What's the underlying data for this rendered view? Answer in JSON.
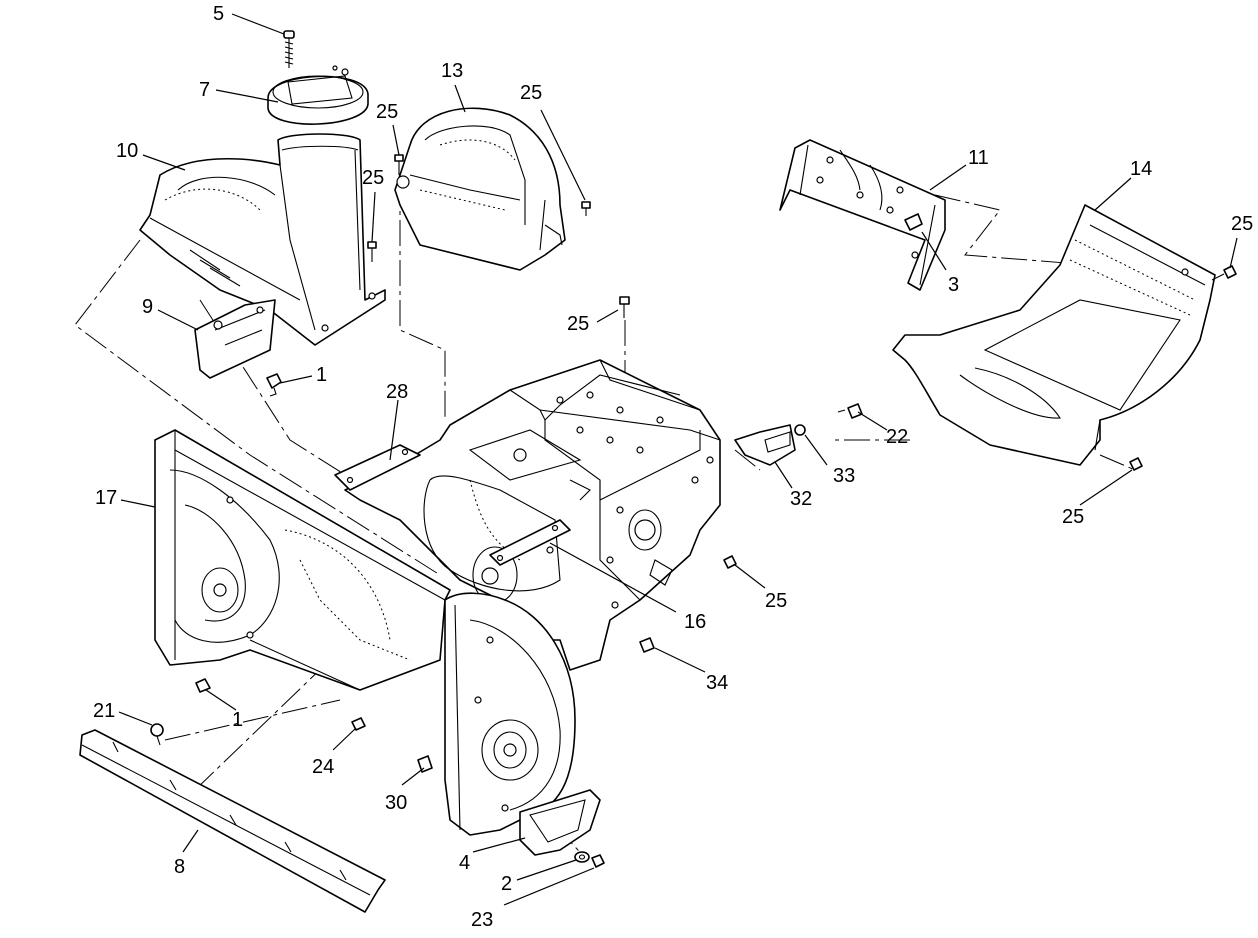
{
  "callouts": [
    {
      "id": "c-5-top",
      "label": "5",
      "part": "screw"
    },
    {
      "id": "c-7",
      "label": "7",
      "part": "chute-ring"
    },
    {
      "id": "c-10",
      "label": "10",
      "part": "discharge-chute"
    },
    {
      "id": "c-9",
      "label": "9",
      "part": "chute-bracket"
    },
    {
      "id": "c-1-upper",
      "label": "1",
      "part": "bolt"
    },
    {
      "id": "c-13",
      "label": "13",
      "part": "belt-cover"
    },
    {
      "id": "c-25-a",
      "label": "25",
      "part": "screw"
    },
    {
      "id": "c-25-b",
      "label": "25",
      "part": "screw"
    },
    {
      "id": "c-25-c",
      "label": "25",
      "part": "screw"
    },
    {
      "id": "c-11",
      "label": "11",
      "part": "mounting-plate"
    },
    {
      "id": "c-3",
      "label": "3",
      "part": "clip"
    },
    {
      "id": "c-14",
      "label": "14",
      "part": "shroud"
    },
    {
      "id": "c-25-d",
      "label": "25",
      "part": "screw"
    },
    {
      "id": "c-25-e",
      "label": "25",
      "part": "screw"
    },
    {
      "id": "c-22",
      "label": "22",
      "part": "bolt"
    },
    {
      "id": "c-25-f",
      "label": "25",
      "part": "screw"
    },
    {
      "id": "c-28",
      "label": "28",
      "part": "gusset"
    },
    {
      "id": "c-33",
      "label": "33",
      "part": "nut"
    },
    {
      "id": "c-32",
      "label": "32",
      "part": "bracket"
    },
    {
      "id": "c-25-g",
      "label": "25",
      "part": "screw"
    },
    {
      "id": "c-16",
      "label": "16",
      "part": "frame"
    },
    {
      "id": "c-17",
      "label": "17",
      "part": "auger-housing"
    },
    {
      "id": "c-34",
      "label": "34",
      "part": "bolt"
    },
    {
      "id": "c-1-lower",
      "label": "1",
      "part": "bolt"
    },
    {
      "id": "c-21",
      "label": "21",
      "part": "carriage-bolt"
    },
    {
      "id": "c-24",
      "label": "24",
      "part": "nut"
    },
    {
      "id": "c-30",
      "label": "30",
      "part": "bolt"
    },
    {
      "id": "c-8",
      "label": "8",
      "part": "scraper-bar"
    },
    {
      "id": "c-4",
      "label": "4",
      "part": "skid-shoe"
    },
    {
      "id": "c-2",
      "label": "2",
      "part": "washer"
    },
    {
      "id": "c-23",
      "label": "23",
      "part": "nut"
    }
  ]
}
